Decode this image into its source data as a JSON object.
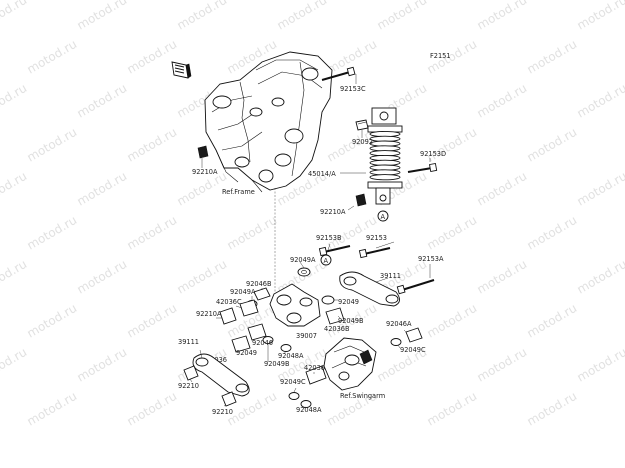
{
  "diagram_code": "F2151",
  "icon": "kawasaki-book-icon",
  "watermark_text": "motod.ru",
  "colors": {
    "line": "#111111",
    "text": "#222222",
    "watermark": "#c9c9c9",
    "background": "#ffffff"
  },
  "references": {
    "frame": "Ref.Frame",
    "swingarm": "Ref.Swingarm"
  },
  "markers": {
    "a": "A"
  },
  "labels": {
    "l_92153C": "92153C",
    "l_92210A_top": "92210A",
    "l_92092": "92092",
    "l_45014A": "45014/A",
    "l_92153D": "92153D",
    "l_92210A_mid": "92210A",
    "l_92153B": "92153B",
    "l_92153": "92153",
    "l_92049A_top": "92049A",
    "l_92153A": "92153A",
    "l_39111_top": "39111",
    "l_92046B": "92046B",
    "l_92049A_left": "92049A",
    "l_42036C": "42036C",
    "l_92210A_left": "92210A",
    "l_92049_mid": "92049",
    "l_92049B_mid": "92049B",
    "l_42036B": "42036B",
    "l_39007": "39007",
    "l_92046A": "92046A",
    "l_92049C_right": "92049C",
    "l_92049_left": "92049",
    "l_92046": "92046",
    "l_42036": "42036",
    "l_92048A": "92048A",
    "l_92049B_low": "92049B",
    "l_39111_low": "39111",
    "l_42036A": "42036A",
    "l_92210_a": "92210",
    "l_92049C_low": "92049C",
    "l_92210_b": "92210",
    "l_92048A_low": "92048A"
  }
}
